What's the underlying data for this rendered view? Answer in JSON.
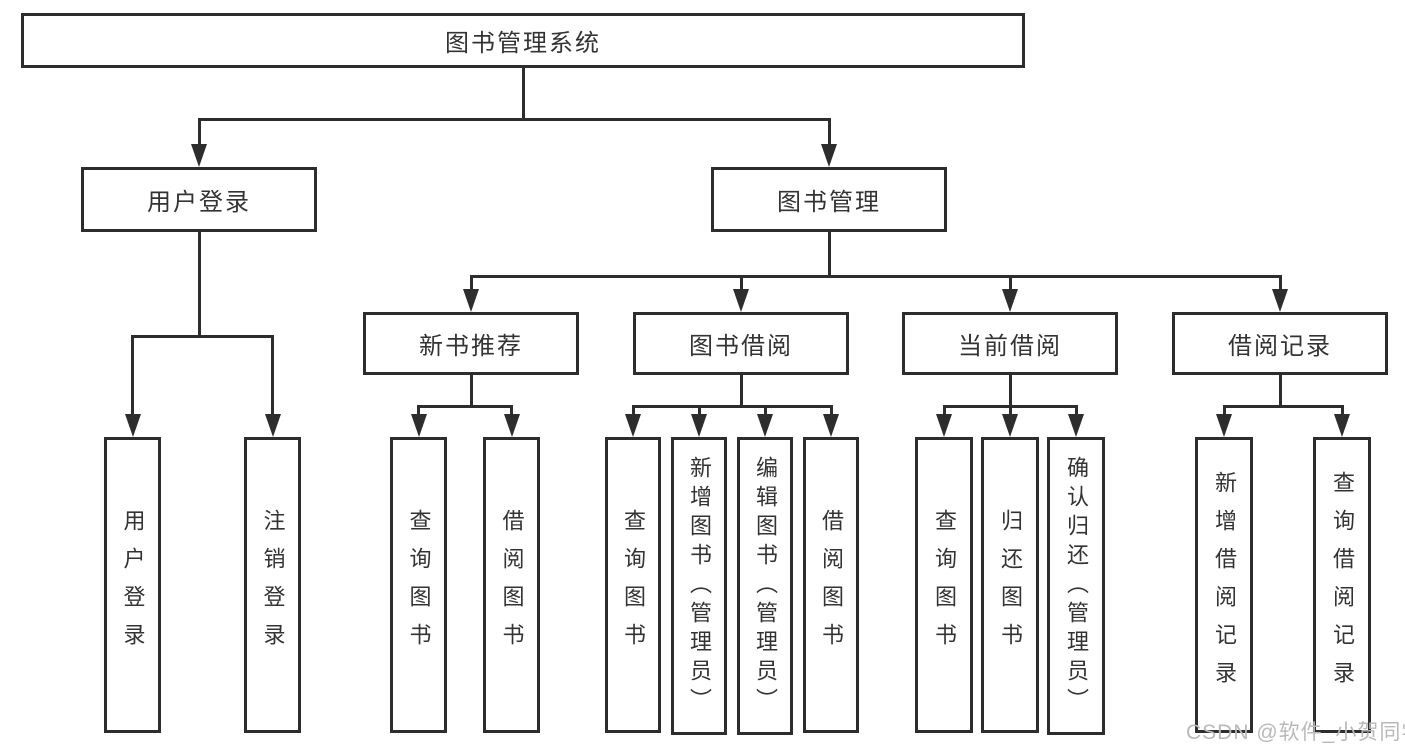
{
  "diagram": {
    "nodes": {
      "root": "图书管理系统",
      "user_login": "用户登录",
      "book_mgmt": "图书管理",
      "new_book": "新书推荐",
      "book_borrow": "图书借阅",
      "current_borrow": "当前借阅",
      "borrow_record": "借阅记录",
      "leaf_user_login": "用户登录",
      "leaf_logout": "注销登录",
      "leaf_nb_query": "查询图书",
      "leaf_nb_borrow": "借阅图书",
      "leaf_bb_query": "查询图书",
      "leaf_bb_add": "新增图书（管理员）",
      "leaf_bb_edit": "编辑图书（管理员）",
      "leaf_bb_borrow": "借阅图书",
      "leaf_cb_query": "查询图书",
      "leaf_cb_return": "归还图书",
      "leaf_cb_confirm": "确认归还（管理员）",
      "leaf_br_add": "新增借阅记录",
      "leaf_br_query": "查询借阅记录"
    },
    "colors": {
      "line": "#2d2d2d",
      "text": "#333333",
      "watermark": "#b9b9b9",
      "background": "#ffffff"
    },
    "watermark": "CSDN @软件_小贺同学"
  }
}
